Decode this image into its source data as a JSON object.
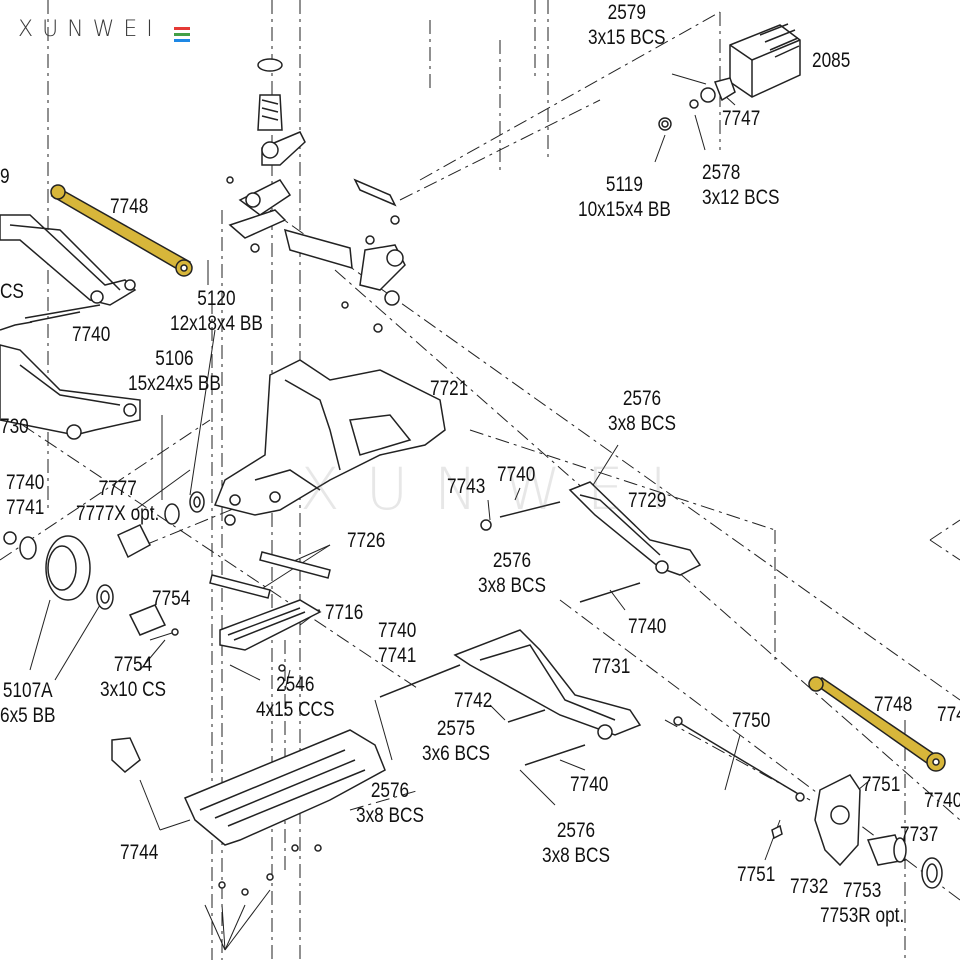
{
  "brand": {
    "logo_text": "XUNWEI",
    "logo_colors": [
      "#e53935",
      "#43a047",
      "#1e88e5"
    ]
  },
  "watermark": "XUNWEI",
  "highlight_color": "#d7b63a",
  "parts": [
    {
      "key": "p2579",
      "lines": [
        "2579",
        "3x15 BCS"
      ]
    },
    {
      "key": "p2085",
      "lines": [
        "2085"
      ]
    },
    {
      "key": "p7747",
      "lines": [
        "7747"
      ]
    },
    {
      "key": "p5119",
      "lines": [
        "5119",
        "10x15x4 BB"
      ]
    },
    {
      "key": "p2578",
      "lines": [
        "2578",
        "3x12 BCS"
      ]
    },
    {
      "key": "p7748a",
      "lines": [
        "7748"
      ]
    },
    {
      "key": "p5120",
      "lines": [
        "5120",
        "12x18x4 BB"
      ]
    },
    {
      "key": "pCS",
      "lines": [
        "CS"
      ]
    },
    {
      "key": "p7740a",
      "lines": [
        "7740"
      ]
    },
    {
      "key": "p5106",
      "lines": [
        "5106",
        "15x24x5 BB"
      ]
    },
    {
      "key": "p7721",
      "lines": [
        "7721"
      ]
    },
    {
      "key": "p730",
      "lines": [
        "730"
      ]
    },
    {
      "key": "p2576a",
      "lines": [
        "2576",
        "3x8 BCS"
      ]
    },
    {
      "key": "p7740b",
      "lines": [
        "7740",
        "7741"
      ]
    },
    {
      "key": "p7777",
      "lines": [
        "7777",
        "7777X opt."
      ]
    },
    {
      "key": "p7743",
      "lines": [
        "7743"
      ]
    },
    {
      "key": "p7740c",
      "lines": [
        "7740"
      ]
    },
    {
      "key": "p7729",
      "lines": [
        "7729"
      ]
    },
    {
      "key": "p7726",
      "lines": [
        "7726"
      ]
    },
    {
      "key": "p2576b",
      "lines": [
        "2576",
        "3x8 BCS"
      ]
    },
    {
      "key": "p7754a",
      "lines": [
        "7754"
      ]
    },
    {
      "key": "p7716",
      "lines": [
        "7716"
      ]
    },
    {
      "key": "p7740d",
      "lines": [
        "7740"
      ]
    },
    {
      "key": "p7740e",
      "lines": [
        "7740",
        "7741"
      ]
    },
    {
      "key": "p7731",
      "lines": [
        "7731"
      ]
    },
    {
      "key": "p7754b",
      "lines": [
        "7754",
        "3x10 CS"
      ]
    },
    {
      "key": "p5107A",
      "lines": [
        "5107A",
        "6x5 BB"
      ]
    },
    {
      "key": "p2546",
      "lines": [
        "2546",
        "4x15 CCS"
      ]
    },
    {
      "key": "p7742",
      "lines": [
        "7742"
      ]
    },
    {
      "key": "p7748b",
      "lines": [
        "7748"
      ]
    },
    {
      "key": "p774",
      "lines": [
        "774"
      ]
    },
    {
      "key": "p2575",
      "lines": [
        "2575",
        "3x6 BCS"
      ]
    },
    {
      "key": "p7750",
      "lines": [
        "7750"
      ]
    },
    {
      "key": "p7740f",
      "lines": [
        "7740"
      ]
    },
    {
      "key": "p7751a",
      "lines": [
        "7751"
      ]
    },
    {
      "key": "p7740g",
      "lines": [
        "7740"
      ]
    },
    {
      "key": "p2576c",
      "lines": [
        "2576",
        "3x8 BCS"
      ]
    },
    {
      "key": "p2576d",
      "lines": [
        "2576",
        "3x8 BCS"
      ]
    },
    {
      "key": "p7744",
      "lines": [
        "7744"
      ]
    },
    {
      "key": "p7737",
      "lines": [
        "7737"
      ]
    },
    {
      "key": "p7751b",
      "lines": [
        "7751"
      ]
    },
    {
      "key": "p7732",
      "lines": [
        "7732"
      ]
    },
    {
      "key": "p7753",
      "lines": [
        "7753",
        "7753R opt."
      ]
    },
    {
      "key": "p9",
      "lines": [
        "9"
      ]
    }
  ]
}
